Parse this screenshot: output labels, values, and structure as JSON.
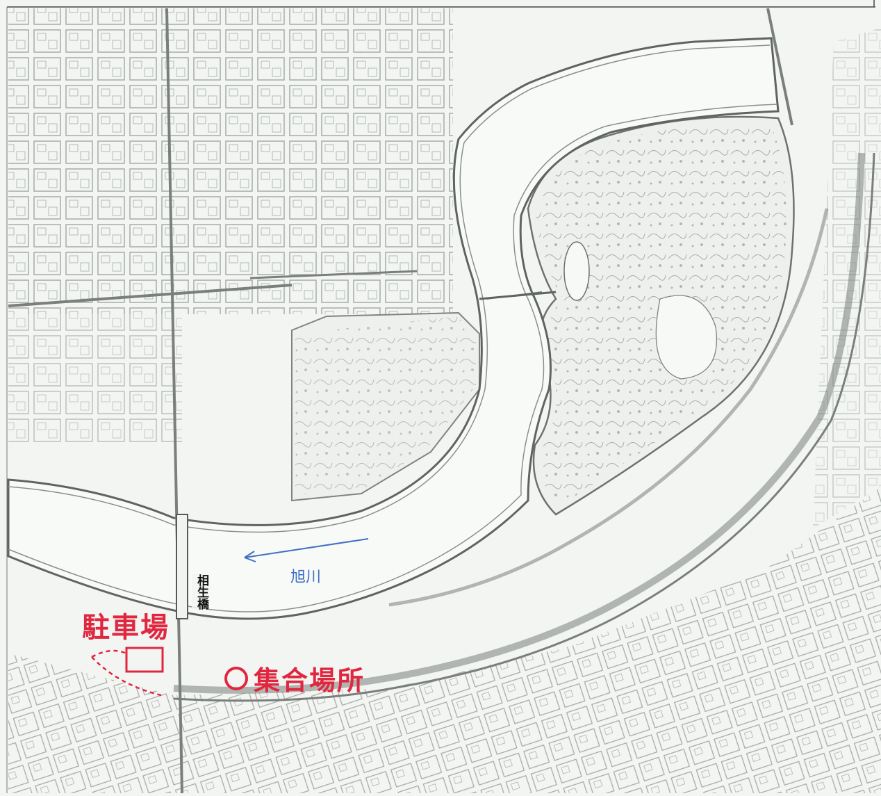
{
  "map": {
    "river_name": "旭川",
    "bridge_name": "相生橋",
    "parking_label": "駐車場",
    "meeting_place_label": "集合場所",
    "colors": {
      "background": "#f3f5f3",
      "streets": "#8a8f8c",
      "river": "#f7f9f7",
      "highlight": "#e0273f",
      "river_arrow": "#3f6fc2"
    },
    "icons": [
      "circle-marker-icon",
      "river-flow-arrow-icon",
      "parking-box-icon"
    ]
  }
}
